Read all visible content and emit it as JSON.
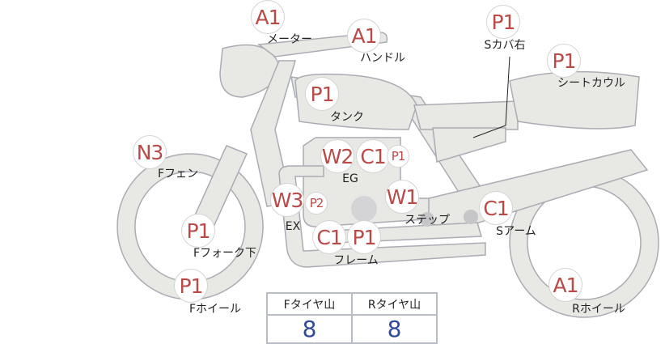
{
  "parts": [
    {
      "code": "A1",
      "label": "メーター"
    },
    {
      "code": "A1",
      "label": "ハンドル"
    },
    {
      "code": "P1",
      "label": "Sカバ右"
    },
    {
      "code": "P1",
      "label": "シートカウル"
    },
    {
      "code": "P1",
      "label": "タンク"
    },
    {
      "code": "N3",
      "label": "Fフェン"
    },
    {
      "codes": [
        "W2",
        "C1",
        "P1"
      ],
      "label": "EG"
    },
    {
      "codes": [
        "W3",
        "P2"
      ],
      "label": "EX"
    },
    {
      "code": "W1",
      "label": "ステップ"
    },
    {
      "code": "C1",
      "label": "Sアーム"
    },
    {
      "code": "P1",
      "label": "Fフォーク下"
    },
    {
      "codes": [
        "C1",
        "P1"
      ],
      "label": "フレーム"
    },
    {
      "code": "P1",
      "label": "Fホイール"
    },
    {
      "code": "A1",
      "label": "Rホイール"
    }
  ],
  "tire_table": {
    "headers": [
      "Fタイヤ山",
      "Rタイヤ山"
    ],
    "values": [
      "8",
      "8"
    ]
  },
  "colors": {
    "badge_text": "#b94a48",
    "value_text": "#2f4a9a",
    "body_fill": "#e8e8e4",
    "outline": "#a9acb3"
  }
}
